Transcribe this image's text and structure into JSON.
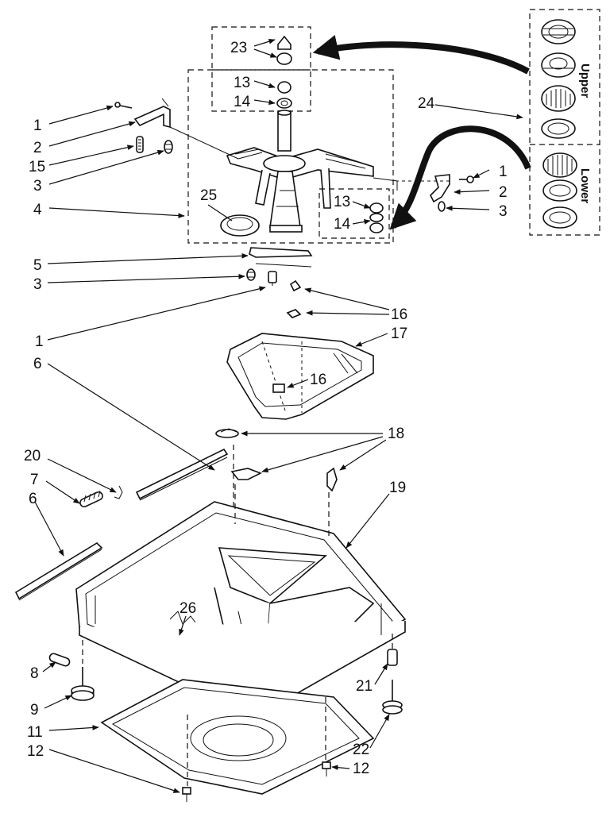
{
  "callouts": {
    "c23": "23",
    "c13a": "13",
    "c14a": "14",
    "c1a": "1",
    "c2a": "2",
    "c15": "15",
    "c3a": "3",
    "c4": "4",
    "c25": "25",
    "c5": "5",
    "c3b": "3",
    "c1b": "1",
    "c6a": "6",
    "c24": "24",
    "c1c": "1",
    "c2b": "2",
    "c3c": "3",
    "c13b": "13",
    "c14b": "14",
    "c16a": "16",
    "c17": "17",
    "c16b": "16",
    "c18": "18",
    "c19": "19",
    "c20": "20",
    "c7": "7",
    "c6b": "6",
    "c26": "26",
    "c8": "8",
    "c9": "9",
    "c11": "11",
    "c12a": "12",
    "c21": "21",
    "c22": "22",
    "c12b": "12"
  },
  "bearing_kit": {
    "upper_label": "Upper",
    "lower_label": "Lower"
  }
}
